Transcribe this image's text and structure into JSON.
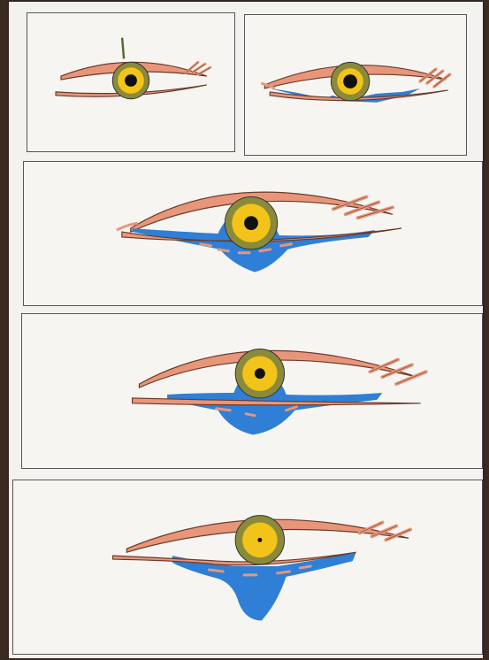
{
  "image": {
    "subject": "eye-drawing-sequence",
    "panel_count": 5
  },
  "colors": {
    "board": "#f3f2ee",
    "board_background": "#3b2a22",
    "panel_border": "#555555",
    "lid_fill": "#e8967a",
    "lid_outline": "#6b3a2a",
    "iris_outer": "#8a8a3a",
    "iris_inner": "#f2c419",
    "pupil": "#111111",
    "blue_pigment": "#2f7fd6"
  },
  "panels": [
    {
      "name": "panel-1",
      "pigment_level": 0
    },
    {
      "name": "panel-2",
      "pigment_level": 0.15
    },
    {
      "name": "panel-3",
      "pigment_level": 0.55
    },
    {
      "name": "panel-4",
      "pigment_level": 0.7
    },
    {
      "name": "panel-5",
      "pigment_level": 0.9
    }
  ]
}
